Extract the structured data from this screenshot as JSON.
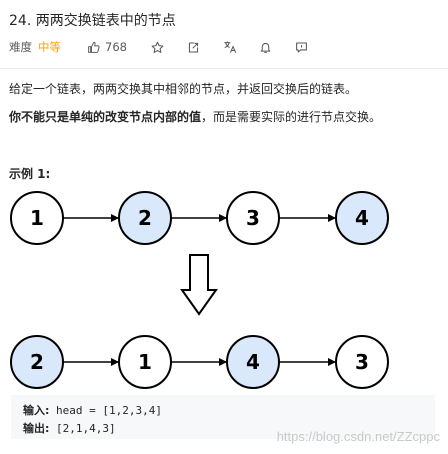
{
  "problem": {
    "title": "24. 两两交换链表中的节点",
    "difficulty_label": "难度",
    "difficulty": "中等",
    "likes": "768"
  },
  "icons": {
    "like": "thumbs-up-icon",
    "favorite": "star-icon",
    "share": "share-icon",
    "translate": "translate-icon",
    "notify": "bell-icon",
    "feedback": "feedback-icon"
  },
  "description": {
    "line1": "给定一个链表，两两交换其中相邻的节点，并返回交换后的链表。",
    "line2_bold": "你不能只是单纯的改变节点内部的值",
    "line2_rest": "，而是需要实际的进行节点交换。"
  },
  "example": {
    "title": "示例 1:",
    "input_label": "输入:",
    "input_value": " head = [1,2,3,4]",
    "output_label": "输出:",
    "output_value": " [2,1,4,3]"
  },
  "diagram": {
    "before": [
      "1",
      "2",
      "3",
      "4"
    ],
    "after": [
      "2",
      "1",
      "4",
      "3"
    ],
    "highlight_color": "#dae8fc",
    "plain_color": "#ffffff"
  },
  "watermark": "https://blog.csdn.net/ZZcppc",
  "colors": {
    "accent": "#ffa116"
  }
}
